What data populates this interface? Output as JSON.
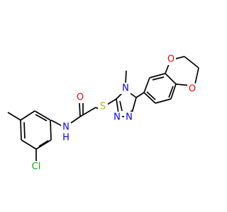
{
  "colors": {
    "background": "#ffffff",
    "bond": "#000000",
    "carbon_text": "#000000",
    "oxygen": "#ff0000",
    "nitrogen": "#0000ff",
    "sulfur": "#b2b200",
    "chlorine": "#00b200"
  },
  "atoms": {
    "cl": "Cl",
    "nh_n": "N",
    "nh_h": "H",
    "carbonyl_o": "O",
    "s": "S",
    "n4": "N",
    "n1": "N",
    "n2": "N",
    "dioxane_o_top": "O",
    "dioxane_o_bottom": "O"
  }
}
